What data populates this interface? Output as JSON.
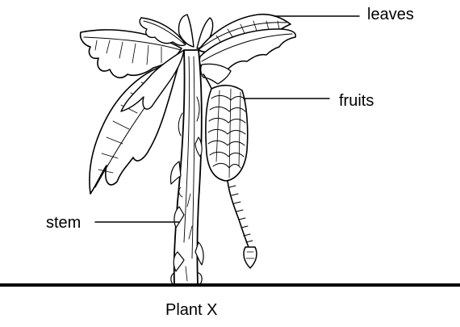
{
  "labels": {
    "leaves": "leaves",
    "fruits": "fruits",
    "stem": "stem"
  },
  "caption": "Plant X",
  "colors": {
    "ink": "#000000",
    "background": "#ffffff"
  }
}
